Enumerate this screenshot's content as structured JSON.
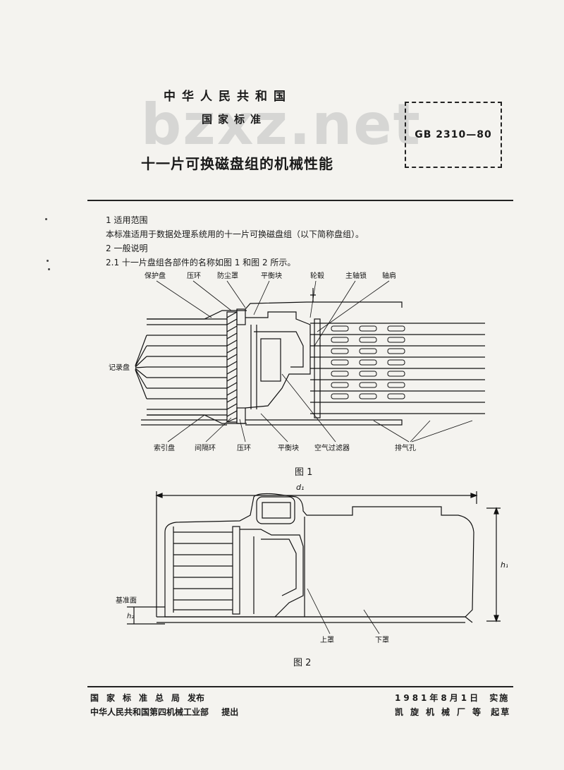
{
  "header": {
    "country": "中华人民共和国",
    "standard_type": "国家标准",
    "title": "十一片可换磁盘组的机械性能",
    "standard_no": "GB 2310—80",
    "watermark": "bzxz.net"
  },
  "content": {
    "s1_heading": "1 适用范围",
    "s1_text": "本标准适用于数据处理系统用的十一片可换磁盘组（以下简称盘组）。",
    "s2_heading": "2 一般说明",
    "s21_text": "2.1 十一片盘组各部件的名称如图 1 和图 2 所示。"
  },
  "figure1": {
    "caption": "图 1",
    "labels_top": [
      "保护盘",
      "压环",
      "防尘罩",
      "平衡块",
      "轮毂",
      "主轴锁",
      "轴肩"
    ],
    "label_left": "记录盘",
    "labels_bottom": [
      "索引盘",
      "间隔环",
      "压环",
      "平衡块",
      "空气过滤器",
      "排气孔"
    ]
  },
  "figure2": {
    "caption": "图 2",
    "dim_d1": "d₁",
    "dim_h1": "h₁",
    "dim_h2": "h₂",
    "label_ref": "基准面",
    "label_upper": "上罩",
    "label_lower": "下罩"
  },
  "footer": {
    "issuer": "国家标准总局",
    "issue_word": "发布",
    "proposer": "中华人民共和国第四机械工业部",
    "propose_word": "提出",
    "date": "1981年8月1日",
    "implement_word": "实施",
    "drafter": "凯旋机械厂等",
    "draft_word": "起草"
  }
}
